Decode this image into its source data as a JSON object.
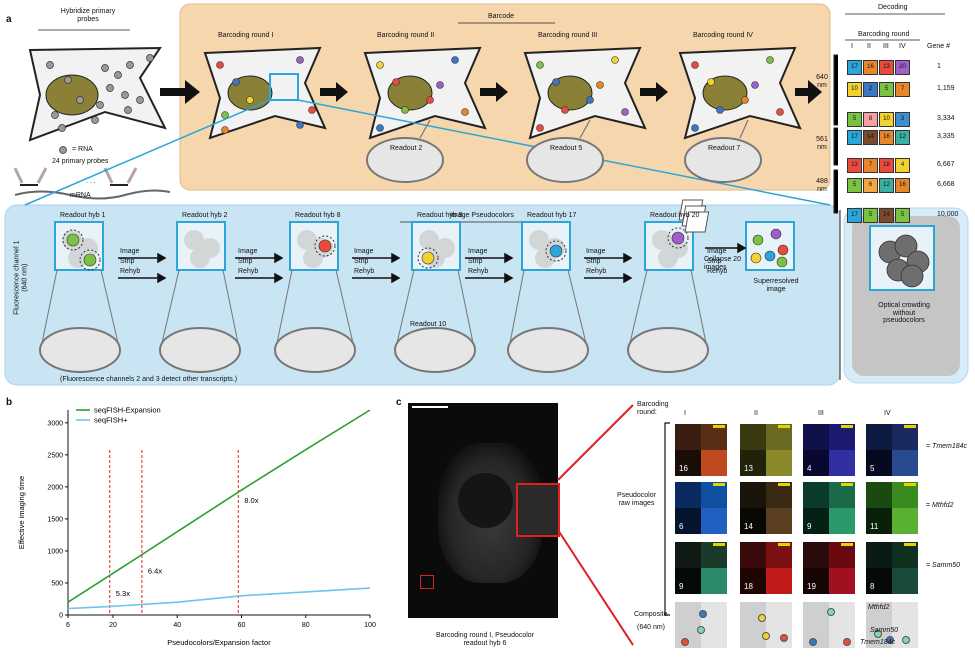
{
  "panel_a": {
    "letter": "a",
    "hybridize_label": "Hybridize primary probes",
    "rna_legend": "= RNA",
    "primary_probes_label": "24 primary probes",
    "mrna_label": "mRNA",
    "probe_roman": [
      "I",
      "II",
      "III",
      "IV"
    ],
    "ellipsis": ". . .",
    "barcode_title": "Barcode",
    "rounds": [
      "Barcoding round I",
      "Barcoding round II",
      "Barcoding round III",
      "Barcoding round IV"
    ],
    "readouts": [
      "Readout 2",
      "Readout 5",
      "Readout 7"
    ],
    "decoding": {
      "title": "Decoding",
      "subtitle": "Barcoding round",
      "round_headers": [
        "I",
        "II",
        "III",
        "IV"
      ],
      "gene_header": "Gene #",
      "channels": [
        "640 nm",
        "561 nm",
        "488 nm"
      ],
      "rows": [
        {
          "codes": [
            "17",
            "16",
            "13",
            "20"
          ],
          "gene": "1"
        },
        {
          "codes": [
            "10",
            "2",
            "5",
            "7"
          ],
          "gene": "1,159"
        },
        {
          "codes": [
            "5",
            "8",
            "10",
            "3"
          ],
          "gene": "3,334"
        },
        {
          "codes": [
            "17",
            "14",
            "16",
            "12"
          ],
          "gene": "3,335"
        },
        {
          "codes": [
            "13",
            "7",
            "18",
            "4"
          ],
          "gene": "6,667"
        },
        {
          "codes": [
            "5",
            "6",
            "12",
            "16"
          ],
          "gene": "6,668"
        },
        {
          "codes": [
            "17",
            "5",
            "14",
            "5"
          ],
          "gene": "10,000"
        }
      ],
      "vdots": "⋮"
    },
    "channel_label": "Fluorescence channel 1 (640 nm)",
    "pseudocolors_title": "Image Pseudocolors",
    "hybs": [
      "Readout hyb 1",
      "Readout hyb 2",
      "Readout hyb 8",
      "Readout hyb 9",
      "Readout hyb 17",
      "Readout hyb 20"
    ],
    "hyb_nums": [
      "1",
      "8",
      "10",
      "17",
      "20"
    ],
    "steps": [
      "Image",
      "Strip",
      "Rehyb"
    ],
    "readout10": "Readout 10",
    "collapse_label": "Collapse 20 images",
    "superresolved_label": "Superresolved image",
    "optical_label": "Optical crowding without pseudocolors",
    "footnote": "(Fluorescence channels 2 and 3 detect other transcripts.)"
  },
  "panel_b": {
    "letter": "b",
    "legend": [
      "seqFISH-Expansion",
      "seqFISH+"
    ],
    "xlabel": "Pseudocolors/Expansion factor",
    "ylabel": "Effective imaging time",
    "annotations": [
      "5.3x",
      "6.4x",
      "8.0x"
    ]
  },
  "panel_c": {
    "letter": "c",
    "caption": "Barcoding round I, Pseudocolor readout hyb 6",
    "barcoding_label": "Barcoding round:",
    "round_headers": [
      "I",
      "II",
      "III",
      "IV"
    ],
    "raw_label": "Pseudocolor raw images",
    "composite_label": "Composite",
    "composite_nm": "(640 nm)",
    "genes": [
      "Tmem184c",
      "Mthfd2",
      "Samm50"
    ],
    "eq": "=",
    "tile_numbers": [
      [
        "16",
        "13",
        "4",
        "5"
      ],
      [
        "6",
        "14",
        "9",
        "11"
      ],
      [
        "9",
        "18",
        "19",
        "8"
      ]
    ]
  },
  "chart_data": {
    "type": "line",
    "x": [
      6,
      20,
      40,
      60,
      80,
      100
    ],
    "series": [
      {
        "name": "seqFISH-Expansion",
        "values": [
          200,
          650,
          1300,
          1950,
          2580,
          3200
        ]
      },
      {
        "name": "seqFISH+",
        "values": [
          100,
          135,
          200,
          300,
          360,
          420
        ]
      }
    ],
    "xlabel": "Pseudocolors/Expansion factor",
    "ylabel": "Effective imaging time",
    "xlim": [
      6,
      100
    ],
    "ylim": [
      0,
      3200
    ],
    "xticks": [
      6,
      20,
      40,
      60,
      80,
      100
    ],
    "yticks": [
      0,
      500,
      1000,
      1500,
      2000,
      2500,
      3000
    ],
    "vlines": [
      19,
      29,
      59
    ],
    "annotations": [
      {
        "x": 19,
        "y": 300,
        "text": "5.3x"
      },
      {
        "x": 29,
        "y": 650,
        "text": "6.4x"
      },
      {
        "x": 59,
        "y": 1750,
        "text": "8.0x"
      }
    ],
    "legend_position": "top-left",
    "colors": {
      "seqFISH-Expansion": "#2ca02c",
      "seqFISH+": "#6ec6ec",
      "vlines": "#e02020"
    }
  },
  "colors": {
    "barcode_bg": "#f6d6ad",
    "pseudo_bg": "#c9e5f4",
    "optical_bg": "#c5c5c5",
    "cyan": "#2aa6d8",
    "nucleus": "#8a8136",
    "cell": "#f2f2f2"
  }
}
